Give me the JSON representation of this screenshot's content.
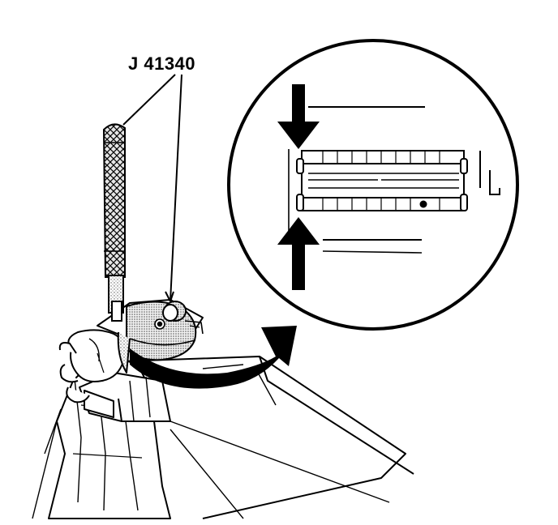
{
  "figure": {
    "tool_label": "J 41340",
    "ink_color": "#000000",
    "paper_color": "#ffffff",
    "shade_color": "#d9d9d9",
    "detail_view": {
      "shape": "circle",
      "arrows": [
        "arrow-down",
        "arrow-up"
      ]
    },
    "transition_arrow": "curved-arrow-right"
  }
}
